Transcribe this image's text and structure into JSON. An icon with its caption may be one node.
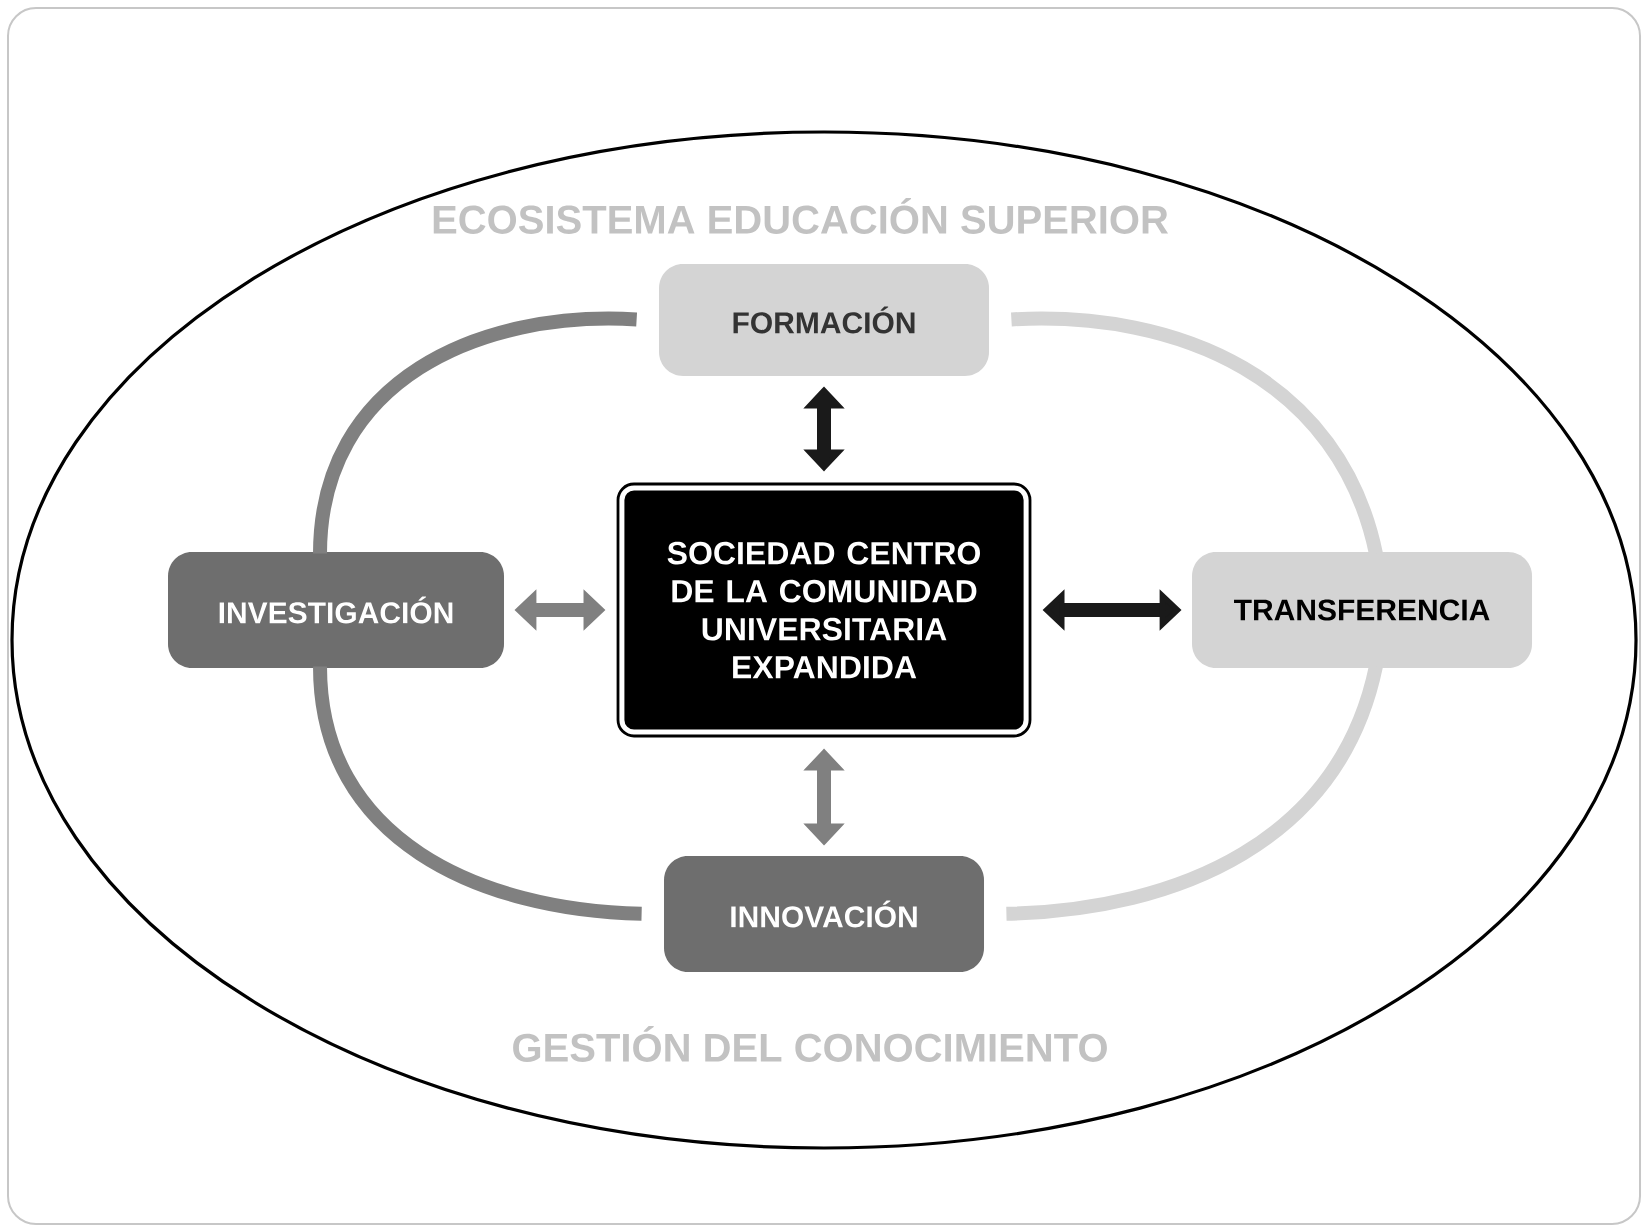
{
  "diagram": {
    "nodes": [
      {
        "text": [
          "ECOSISTEMA EDUCACIÓN SUPERIOR",
          "GESTIÓN DEL CONOCIMIENTO"
        ]
      },
      {
        "text": [
          "FORMACIÓN"
        ],
        "in": 0
      },
      {
        "text": [
          "INVESTIGACIÓN"
        ],
        "in": 0
      },
      {
        "text": [
          "SOCIEDAD CENTRO DE LA COMUNIDAD UNIVERSITARIA EXPANDIDA"
        ],
        "in": 0
      },
      {
        "text": [
          "TRANSFERENCIA"
        ],
        "in": 0
      },
      {
        "text": [
          "INNOVACIÓN"
        ],
        "in": 0
      }
    ],
    "edges": [
      {
        "from": 3,
        "to": 1,
        "arrow": "both",
        "color": "#1a1a1a"
      },
      {
        "from": 3,
        "to": 2,
        "arrow": "both",
        "color": "#808080"
      },
      {
        "from": 3,
        "to": 4,
        "arrow": "both",
        "color": "#1a1a1a"
      },
      {
        "from": 3,
        "to": 5,
        "arrow": "both",
        "color": "#808080"
      },
      {
        "from": 2,
        "to": 1,
        "arrow": "none",
        "color": "#808080"
      },
      {
        "from": 1,
        "to": 4,
        "arrow": "none",
        "color": "#d4d4d4"
      },
      {
        "from": 4,
        "to": 5,
        "arrow": "none",
        "color": "#d4d4d4"
      },
      {
        "from": 5,
        "to": 2,
        "arrow": "none",
        "color": "#808080"
      }
    ]
  }
}
